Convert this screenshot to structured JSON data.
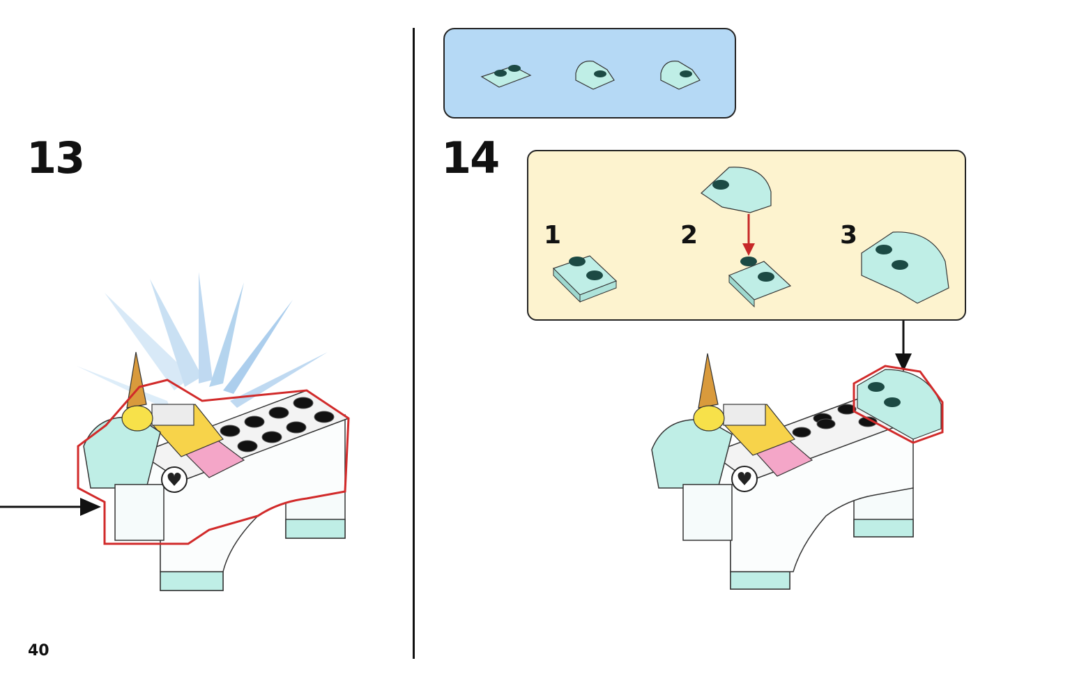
{
  "page_number": "40",
  "steps": [
    {
      "number": "13"
    },
    {
      "number": "14"
    }
  ],
  "substeps": [
    "1",
    "2",
    "3"
  ],
  "parts_list": [
    "plate-1x2-transparent-aqua",
    "bracket-curved-transparent-aqua",
    "bracket-curved-transparent-aqua"
  ],
  "colors": {
    "parts_box_bg": "#b5d9f5",
    "substep_box_bg": "#fdf3cf",
    "highlight_outline": "#d12a2a",
    "trans_aqua": "#bfeee6",
    "stud_dark": "#1c4a44",
    "pink": "#f4a6c8",
    "yellow": "#f7d34a",
    "horn": "#d99a3c"
  },
  "icons": [
    "arrow-right-icon",
    "arrow-down-icon",
    "red-arrow-down-icon",
    "heart-icon",
    "sparkle-icon"
  ]
}
